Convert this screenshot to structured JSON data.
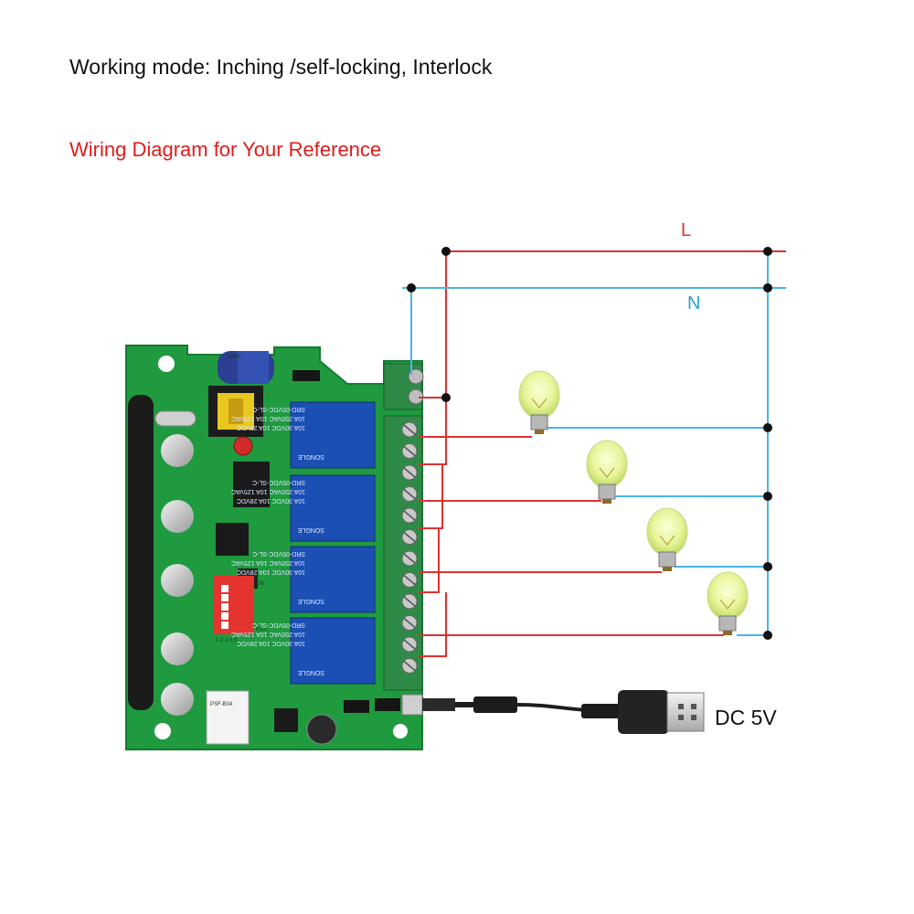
{
  "header": {
    "title": "Working mode: Inching /self-locking, Interlock",
    "subtitle": "Wiring Diagram for Your Reference"
  },
  "wires": {
    "live_label": "L",
    "neutral_label": "N",
    "live_color": "#e03030",
    "neutral_color": "#4ab3e8"
  },
  "power": {
    "label": "DC 5V"
  },
  "relays": [
    {
      "model": "SRD-05VDC-SL-C",
      "rating1": "10A 250VAC 10A 125VAC",
      "rating2": "10A 30VDC 10A 28VDC",
      "brand": "SONGLE"
    },
    {
      "model": "SRD-05VDC-SL-C",
      "rating1": "10A 250VAC 10A 125VAC",
      "rating2": "10A 30VDC 10A 28VDC",
      "brand": "SONGLE"
    },
    {
      "model": "SRD-05VDC-SL-C",
      "rating1": "10A 250VAC 10A 125VAC",
      "rating2": "10A 30VDC 10A 28VDC",
      "brand": "SONGLE"
    },
    {
      "model": "SRD-05VDC-SL-C",
      "rating1": "10A 250VAC 10A 125VAC",
      "rating2": "10A 30VDC 10A 28VDC",
      "brand": "SONGLE"
    }
  ],
  "board": {
    "capacitor_text": "AISHI",
    "dip_on": "ON",
    "dip_numbers": "1 2 3 4 5",
    "dip_kxx": "KXX",
    "module_text": "PSF-B04"
  },
  "colors": {
    "pcb": "#1f9a3f",
    "relay": "#1c4fb3",
    "terminal": "#2e8b47"
  }
}
